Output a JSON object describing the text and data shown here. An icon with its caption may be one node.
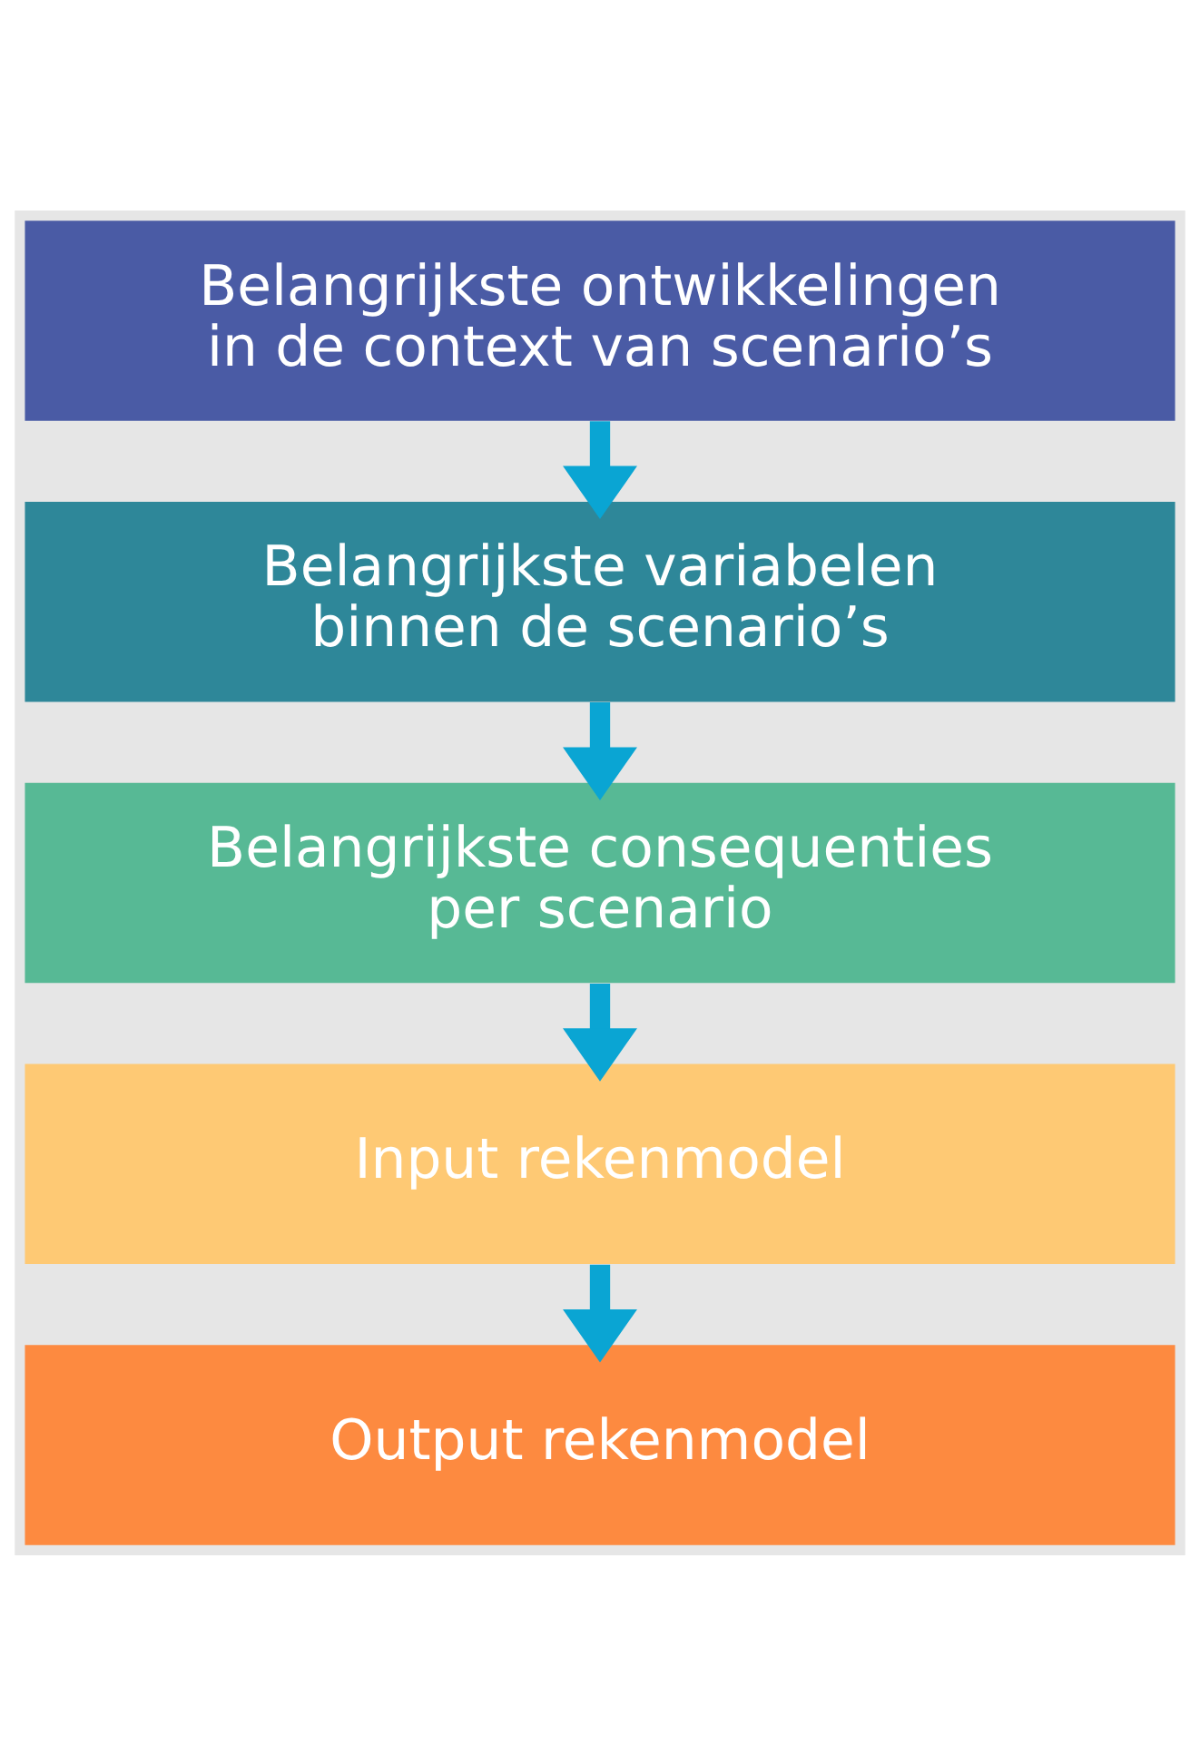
{
  "diagram": {
    "nodes": [
      {
        "text": [
          "Belangrijkste ontwikkelingen in de context van scenario’s"
        ]
      },
      {
        "text": [
          "Belangrijkste variabelen binnen de scenario’s"
        ]
      },
      {
        "text": [
          "Belangrijkste consequenties per scenario"
        ]
      },
      {
        "text": [
          "Input rekenmodel"
        ]
      },
      {
        "text": [
          "Output rekenmodel"
        ]
      }
    ],
    "edges": [
      {
        "from": 0,
        "to": 1,
        "arrow": "to"
      },
      {
        "from": 1,
        "to": 2,
        "arrow": "to"
      },
      {
        "from": 2,
        "to": 3,
        "arrow": "to"
      },
      {
        "from": 3,
        "to": 4,
        "arrow": "to"
      }
    ]
  }
}
